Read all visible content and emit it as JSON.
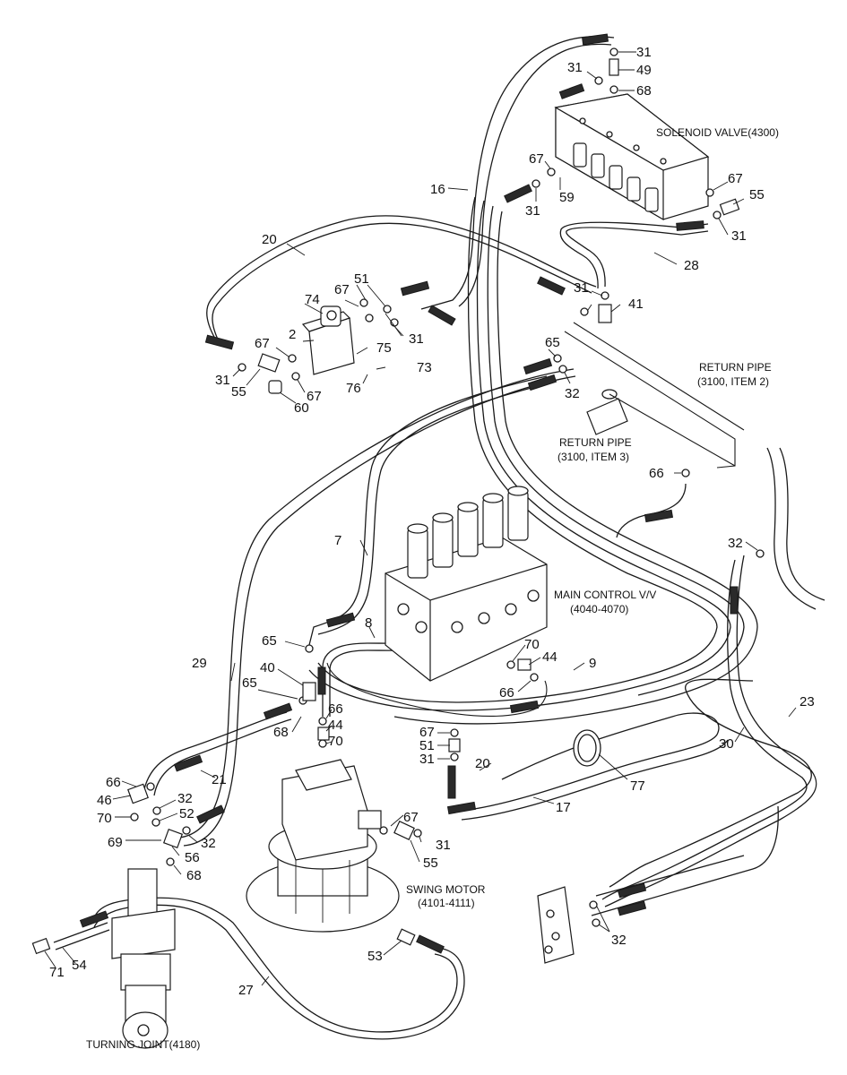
{
  "components": {
    "solenoid_valve": "SOLENOID VALVE(4300)",
    "return_pipe_item2_line1": "RETURN PIPE",
    "return_pipe_item2_line2": "(3100, ITEM 2)",
    "return_pipe_item3_line1": "RETURN PIPE",
    "return_pipe_item3_line2": "(3100, ITEM 3)",
    "main_control_line1": "MAIN CONTROL V/V",
    "main_control_line2": "(4040-4070)",
    "swing_motor_line1": "SWING MOTOR",
    "swing_motor_line2": "(4101-4111)",
    "turning_joint": "TURNING JOINT(4180)"
  },
  "callouts": [
    "31",
    "49",
    "31",
    "68",
    "67",
    "67",
    "59",
    "31",
    "55",
    "31",
    "16",
    "28",
    "20",
    "51",
    "67",
    "74",
    "31",
    "41",
    "2",
    "31",
    "65",
    "67",
    "75",
    "73",
    "76",
    "32",
    "31",
    "55",
    "60",
    "67",
    "66",
    "7",
    "32",
    "8",
    "65",
    "70",
    "44",
    "40",
    "29",
    "65",
    "9",
    "66",
    "68",
    "66",
    "44",
    "70",
    "23",
    "67",
    "51",
    "31",
    "30",
    "20",
    "77",
    "21",
    "66",
    "46",
    "32",
    "70",
    "52",
    "17",
    "67",
    "69",
    "32",
    "31",
    "56",
    "55",
    "68",
    "53",
    "54",
    "71",
    "27",
    "32"
  ]
}
